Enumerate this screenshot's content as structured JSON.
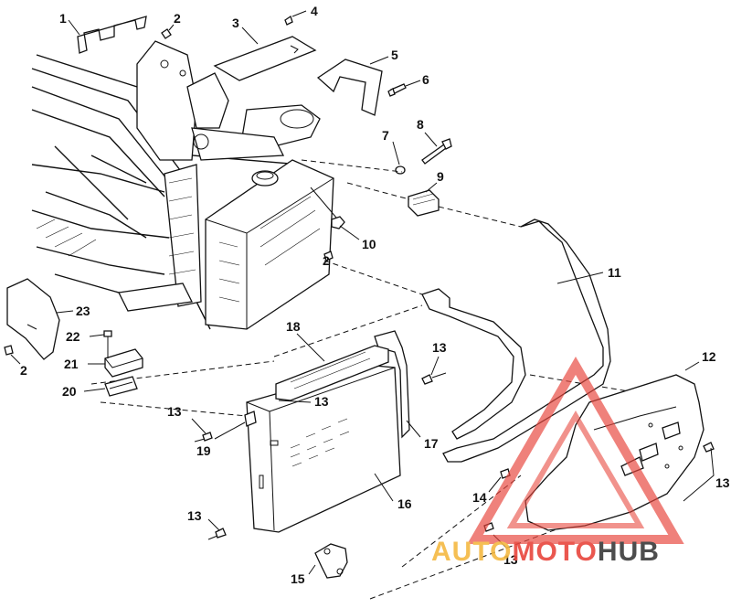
{
  "callouts": {
    "c1": "1",
    "c2a": "2",
    "c2b": "2",
    "c2c": "2",
    "c3": "3",
    "c4": "4",
    "c5": "5",
    "c6": "6",
    "c7": "7",
    "c8": "8",
    "c9": "9",
    "c10": "10",
    "c11": "11",
    "c12": "12",
    "c13a": "13",
    "c13b": "13",
    "c13c": "13",
    "c13d": "13",
    "c13e": "13",
    "c13f": "13",
    "c14": "14",
    "c15": "15",
    "c16": "16",
    "c17": "17",
    "c18": "18",
    "c19": "19",
    "c20": "20",
    "c21": "21",
    "c22": "22",
    "c23": "23"
  },
  "watermark": {
    "part1": "AUTO",
    "part2": "MOTO",
    "part3": "HUB",
    "color_auto": "#f5b942",
    "color_moto": "#e8453c",
    "color_hub": "#3a3a3a"
  }
}
